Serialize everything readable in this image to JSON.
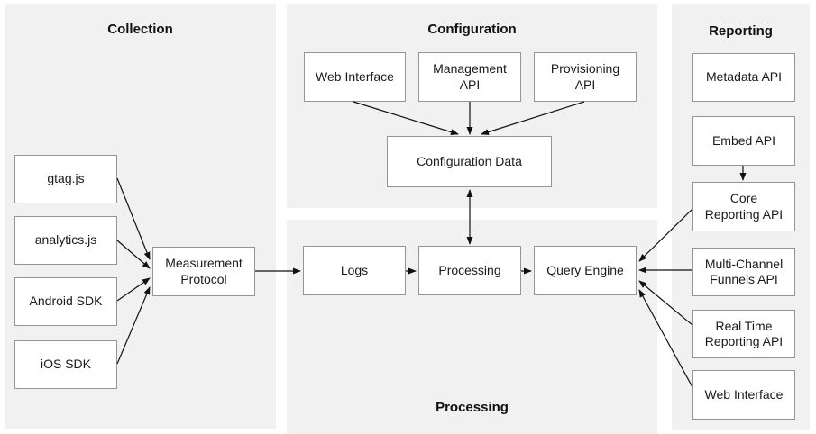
{
  "panels": {
    "collection": {
      "title": "Collection"
    },
    "configuration": {
      "title": "Configuration"
    },
    "processing": {
      "title": "Processing"
    },
    "reporting": {
      "title": "Reporting"
    }
  },
  "nodes": {
    "gtag": {
      "label": "gtag.js"
    },
    "analytics": {
      "label": "analytics.js"
    },
    "android_sdk": {
      "label": "Android SDK"
    },
    "ios_sdk": {
      "label": "iOS SDK"
    },
    "measurement_protocol": {
      "label": "Measurement\nProtocol"
    },
    "web_interface_config": {
      "label": "Web Interface"
    },
    "management_api": {
      "label": "Management\nAPI"
    },
    "provisioning_api": {
      "label": "Provisioning\nAPI"
    },
    "configuration_data": {
      "label": "Configuration Data"
    },
    "logs": {
      "label": "Logs"
    },
    "processing": {
      "label": "Processing"
    },
    "query_engine": {
      "label": "Query Engine"
    },
    "metadata_api": {
      "label": "Metadata API"
    },
    "embed_api": {
      "label": "Embed API"
    },
    "core_reporting_api": {
      "label": "Core\nReporting API"
    },
    "multichannel_funnels_api": {
      "label": "Multi-Channel\nFunnels API"
    },
    "realtime_reporting_api": {
      "label": "Real Time\nReporting API"
    },
    "web_interface_reporting": {
      "label": "Web Interface"
    }
  },
  "colors": {
    "panel_background": "#f1f1f1",
    "node_background": "#ffffff",
    "node_border": "#949494",
    "line": "#111111",
    "text": "#1a1a1a"
  }
}
